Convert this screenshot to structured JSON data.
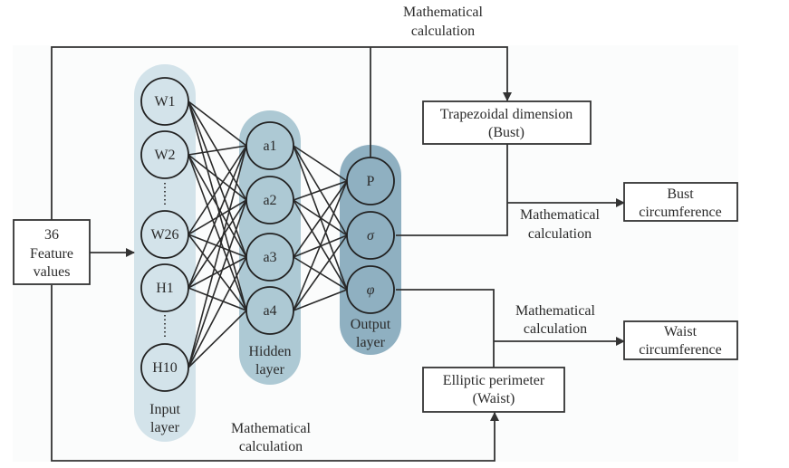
{
  "title": "Neural network for bust and waist circumference prediction",
  "input_box": {
    "lines": [
      "36",
      "Feature",
      "values"
    ]
  },
  "layers": {
    "input": {
      "label_lines": [
        "Input",
        "layer"
      ],
      "nodes": [
        "W1",
        "W2",
        "W26",
        "H1",
        "H10"
      ],
      "color": "#d3e3ea"
    },
    "hidden": {
      "label_lines": [
        "Hidden",
        "layer"
      ],
      "nodes": [
        "a1",
        "a2",
        "a3",
        "a4"
      ],
      "color": "#adc9d4"
    },
    "output": {
      "label_lines": [
        "Output",
        "layer"
      ],
      "nodes": [
        "P",
        "σ",
        "φ"
      ],
      "color": "#8fb0c1"
    }
  },
  "boxes": {
    "trapezoid": {
      "lines": [
        "Trapezoidal dimension",
        "(Bust)"
      ]
    },
    "ellipse": {
      "lines": [
        "Elliptic perimeter",
        "(Waist)"
      ]
    },
    "bust": {
      "lines": [
        "Bust",
        "circumference"
      ]
    },
    "waist": {
      "lines": [
        "Waist",
        "circumference"
      ]
    }
  },
  "edge_labels": {
    "top": [
      "Mathematical",
      "calculation"
    ],
    "bust_calc": [
      "Mathematical",
      "calculation"
    ],
    "waist_calc": [
      "Mathematical",
      "calculation"
    ],
    "bottom": [
      "Mathematical",
      "calculation"
    ]
  },
  "colors": {
    "panel": "#fbfcfc",
    "line": "#333333",
    "node_fill": "#d3e3ea"
  }
}
